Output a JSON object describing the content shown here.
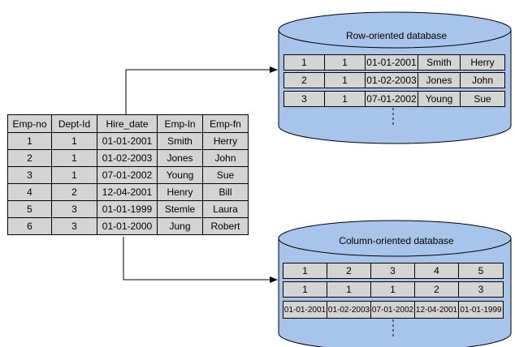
{
  "source_table": {
    "headers": [
      "Emp-no",
      "Dept-Id",
      "Hire_date",
      "Emp-ln",
      "Emp-fn"
    ],
    "rows": [
      [
        "1",
        "1",
        "01-01-2001",
        "Smith",
        "Herry"
      ],
      [
        "2",
        "1",
        "01-02-2003",
        "Jones",
        "John"
      ],
      [
        "3",
        "1",
        "07-01-2002",
        "Young",
        "Sue"
      ],
      [
        "4",
        "2",
        "12-04-2001",
        "Henry",
        "Bill"
      ],
      [
        "5",
        "3",
        "01-01-1999",
        "Stemle",
        "Laura"
      ],
      [
        "6",
        "3",
        "01-01-2000",
        "Jung",
        "Robert"
      ]
    ]
  },
  "row_db": {
    "title": "Row-oriented database",
    "rows": [
      [
        "1",
        "1",
        "01-01-2001",
        "Smith",
        "Herry"
      ],
      [
        "2",
        "1",
        "01-02-2003",
        "Jones",
        "John"
      ],
      [
        "3",
        "1",
        "07-01-2002",
        "Young",
        "Sue"
      ]
    ]
  },
  "col_db": {
    "title": "Column-oriented database",
    "rows": [
      [
        "1",
        "2",
        "3",
        "4",
        "5"
      ],
      [
        "1",
        "1",
        "1",
        "2",
        "3"
      ],
      [
        "01-01-2001",
        "01-02-2003",
        "07-01-2002",
        "12-04-2001",
        "01-01-1999"
      ]
    ]
  },
  "colors": {
    "cylinder_fill": "#a9c4eb",
    "cell_fill": "#d4d4d4",
    "stroke": "#000000"
  }
}
